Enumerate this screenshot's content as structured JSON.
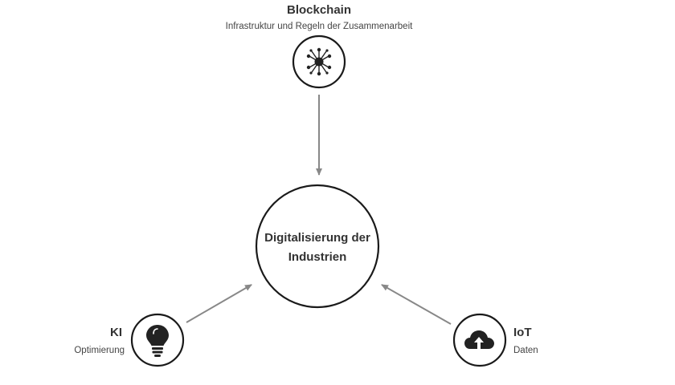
{
  "center": {
    "line1": "Digitalisierung der",
    "line2": "Industrien"
  },
  "nodes": {
    "blockchain": {
      "title": "Blockchain",
      "subtitle": "Infrastruktur und Regeln der Zusammenarbeit",
      "icon": "network-hub-icon"
    },
    "ki": {
      "title": "KI",
      "subtitle": "Optimierung",
      "icon": "lightbulb-icon"
    },
    "iot": {
      "title": "IoT",
      "subtitle": "Daten",
      "icon": "cloud-upload-icon"
    }
  },
  "colors": {
    "circle_stroke": "#1a1a1a",
    "arrow": "#888888",
    "text": "#333333",
    "icon": "#222222"
  }
}
